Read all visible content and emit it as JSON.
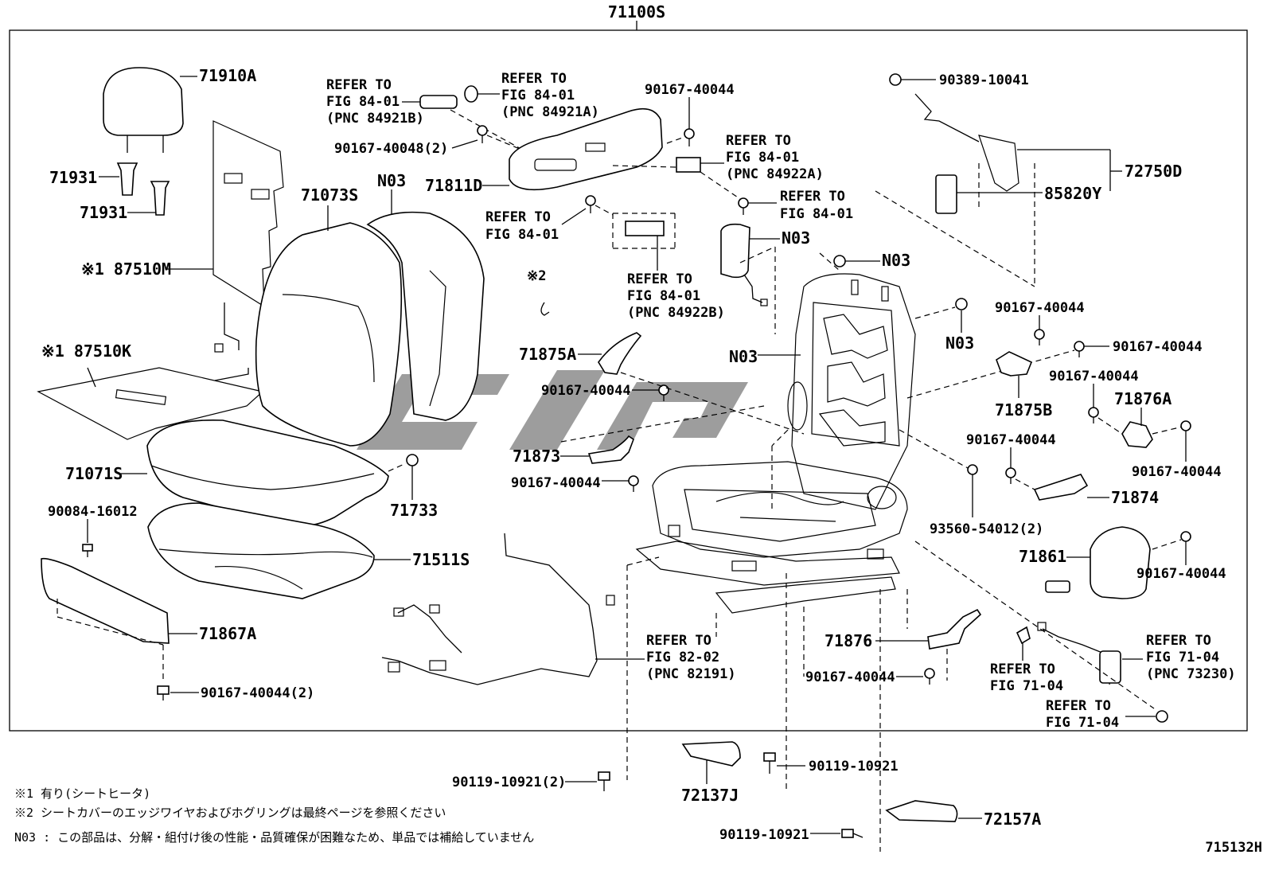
{
  "assembly": "71100S",
  "diagram_id": "715132H",
  "labels": {
    "l71910A": "71910A",
    "l71931a": "71931",
    "l71931b": "71931",
    "l87510M": "※1 87510M",
    "l87510K": "※1 87510K",
    "l71073S": "71073S",
    "lN03_top": "N03",
    "l71071S": "71071S",
    "l71733": "71733",
    "l90084": "90084-16012",
    "l71511S": "71511S",
    "l71867A": "71867A",
    "l90167_bottom": "90167-40044(2)",
    "ref_84921B": [
      "REFER TO",
      "FIG 84-01",
      "(PNC 84921B)"
    ],
    "ref_84921A": [
      "REFER TO",
      "FIG 84-01",
      "(PNC 84921A)"
    ],
    "l90167_40048": "90167-40048(2)",
    "l71811D": "71811D",
    "ref_84_01_a": [
      "REFER TO",
      "FIG 84-01"
    ],
    "l90167_top": "90167-40044",
    "ref_84922A": [
      "REFER TO",
      "FIG 84-01",
      "(PNC 84922A)"
    ],
    "ref_84_01_b": [
      "REFER TO",
      "FIG 84-01"
    ],
    "ref_84922B": [
      "REFER TO",
      "FIG 84-01",
      "(PNC 84922B)"
    ],
    "mark2": "※2",
    "lN03_cushion": "N03",
    "lN03_nut": "N03",
    "lN03_nut2": "N03",
    "lN03_frame": "N03",
    "l71875A": "71875A",
    "l90167_a": "90167-40044",
    "l71873": "71873",
    "l90167_b": "90167-40044",
    "l90389": "90389-10041",
    "l72750D": "72750D",
    "l85820Y": "85820Y",
    "l90167_c": "90167-40044",
    "l90167_d": "90167-40044",
    "l71875B": "71875B",
    "l90167_e": "90167-40044",
    "l71876A": "71876A",
    "l90167_f": "90167-40044",
    "l90167_g": "90167-40044",
    "l71874": "71874",
    "l93560": "93560-54012(2)",
    "l71861": "71861",
    "l90167_h": "90167-40044",
    "ref_82191": [
      "REFER TO",
      "FIG 82-02",
      "(PNC 82191)"
    ],
    "l71876": "71876",
    "l90167_i": "90167-40044",
    "ref_71_04_a": [
      "REFER TO",
      "FIG 71-04"
    ],
    "ref_73230": [
      "REFER TO",
      "FIG 71-04",
      "(PNC 73230)"
    ],
    "ref_71_04_b": [
      "REFER TO",
      "FIG 71-04"
    ],
    "l90119_2": "90119-10921(2)",
    "l90119_a": "90119-10921",
    "l72137J": "72137J",
    "l90119_b": "90119-10921",
    "l72157A": "72157A"
  },
  "notes": [
    "※1  有り(シートヒータ)",
    "※2  シートカバーのエッジワイヤおよびホグリングは最終ページを参照ください",
    "N03 : この部品は、分解・組付け後の性能・品質確保が困難なため、単品では補給していません"
  ]
}
